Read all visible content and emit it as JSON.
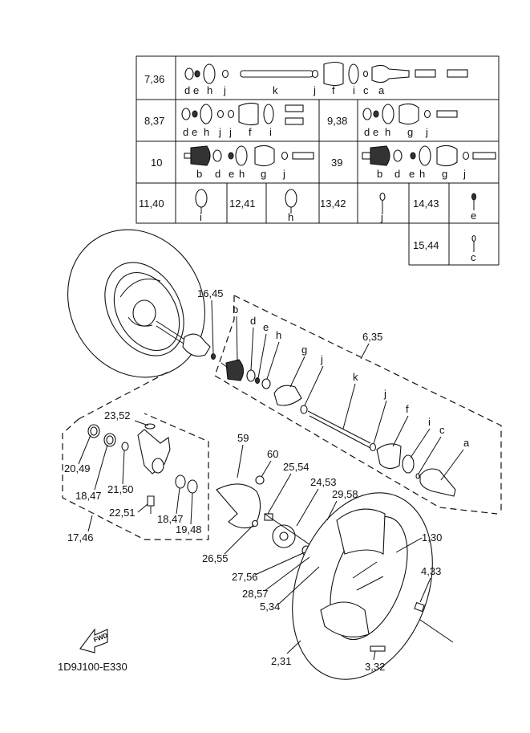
{
  "diagram": {
    "code": "1D9J100-E330",
    "fwd_label": "FWD",
    "table": {
      "rows": [
        {
          "ref": "7,36",
          "subparts": [
            "d",
            "e",
            "h",
            "j",
            "k",
            "j",
            "f",
            "i",
            "c",
            "a"
          ]
        },
        {
          "ref": "8,37",
          "subparts": [
            "d",
            "e",
            "h",
            "j",
            "j",
            "f",
            "i"
          ]
        },
        {
          "ref": "9,38",
          "subparts": [
            "d",
            "e",
            "h",
            "g",
            "j"
          ]
        },
        {
          "ref": "10",
          "subparts": [
            "b",
            "d",
            "e",
            "h",
            "g",
            "j"
          ]
        },
        {
          "ref": "39",
          "subparts": [
            "b",
            "d",
            "e",
            "h",
            "g",
            "j"
          ]
        },
        {
          "ref": "11,40",
          "subparts": [
            "i"
          ]
        },
        {
          "ref": "12,41",
          "subparts": [
            "h"
          ]
        },
        {
          "ref": "13,42",
          "subparts": [
            "j"
          ]
        },
        {
          "ref": "14,43",
          "subparts": [
            "e"
          ]
        },
        {
          "ref": "15,44",
          "subparts": [
            "c"
          ]
        }
      ]
    },
    "callouts": {
      "c16_45": "16,45",
      "c6_35": "6,35",
      "b": "b",
      "d": "d",
      "e": "e",
      "h": "h",
      "g": "g",
      "j1": "j",
      "k": "k",
      "j2": "j",
      "f": "f",
      "i": "i",
      "c": "c",
      "a": "a",
      "c23_52": "23,52",
      "c20_49": "20,49",
      "c18_47a": "18,47",
      "c21_50": "21,50",
      "c22_51": "22,51",
      "c18_47b": "18,47",
      "c19_48": "19,48",
      "c17_46": "17,46",
      "c59": "59",
      "c60": "60",
      "c25_54": "25,54",
      "c24_53": "24,53",
      "c29_58": "29,58",
      "c26_55": "26,55",
      "c27_56": "27,56",
      "c28_57": "28,57",
      "c5_34": "5,34",
      "c1_30": "1,30",
      "c4_33": "4,33",
      "c2_31": "2,31",
      "c3_32": "3,32"
    }
  }
}
